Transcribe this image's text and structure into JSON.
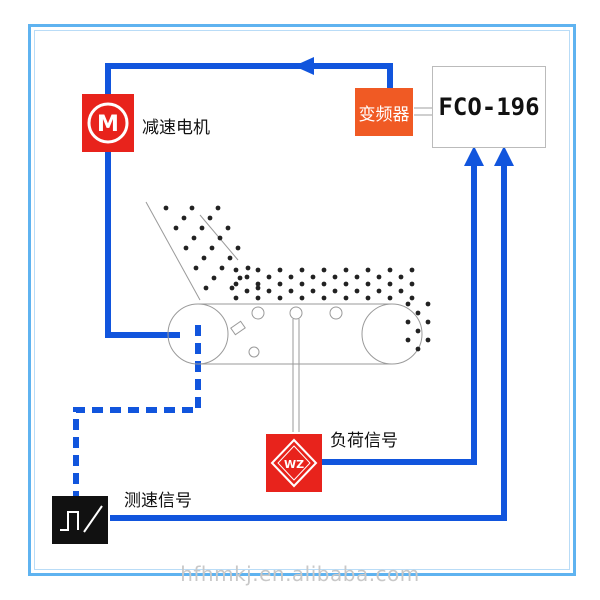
{
  "labels": {
    "motor": "减速电机",
    "vfd": "变频器",
    "controller": "FCO-196",
    "load_signal": "负荷信号",
    "speed_signal": "测速信号"
  },
  "icons": {
    "motor": "M",
    "load_sensor": "WZ"
  },
  "watermark": "hfhmkj.en.alibaba.com",
  "colors": {
    "signal_line": "#1155dd",
    "icon_red": "#e8231c",
    "vfd_orange": "#f05a24",
    "frame": "#5fb3f0"
  }
}
